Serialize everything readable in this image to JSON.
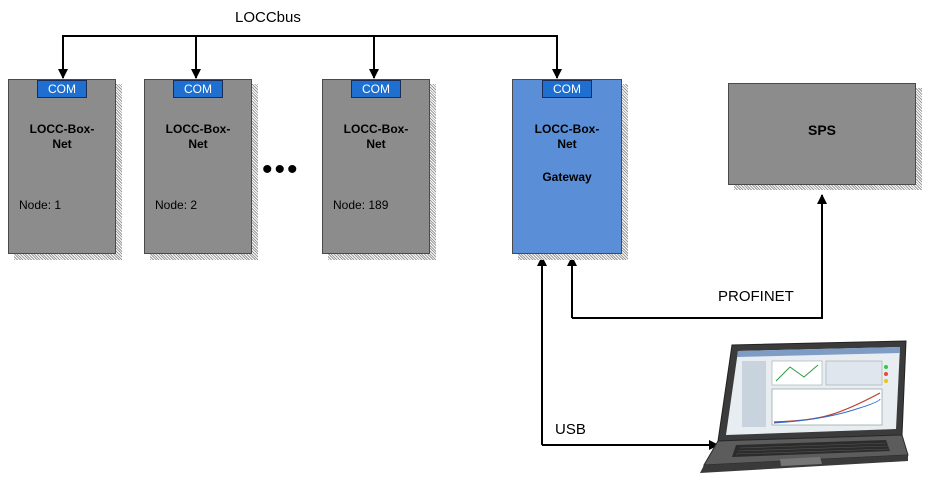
{
  "bus": {
    "label": "LOCCbus"
  },
  "com_label": "COM",
  "boxes": [
    {
      "title_line1": "LOCC-Box-",
      "title_line2": "Net",
      "node": "Node: 1"
    },
    {
      "title_line1": "LOCC-Box-",
      "title_line2": "Net",
      "node": "Node: 2"
    },
    {
      "title_line1": "LOCC-Box-",
      "title_line2": "Net",
      "node": "Node: 189"
    }
  ],
  "ellipsis": "•••",
  "gateway": {
    "title_line1": "LOCC-Box-",
    "title_line2": "Net",
    "subtitle": "Gateway"
  },
  "sps": {
    "label": "SPS"
  },
  "links": {
    "profinet": "PROFINET",
    "usb": "USB"
  },
  "colors": {
    "box_grey": "#8c8c8c",
    "gateway_blue": "#5a8fd8",
    "com_blue": "#1f6fd0",
    "line": "#000000"
  },
  "icons": {
    "laptop": "laptop-icon"
  }
}
